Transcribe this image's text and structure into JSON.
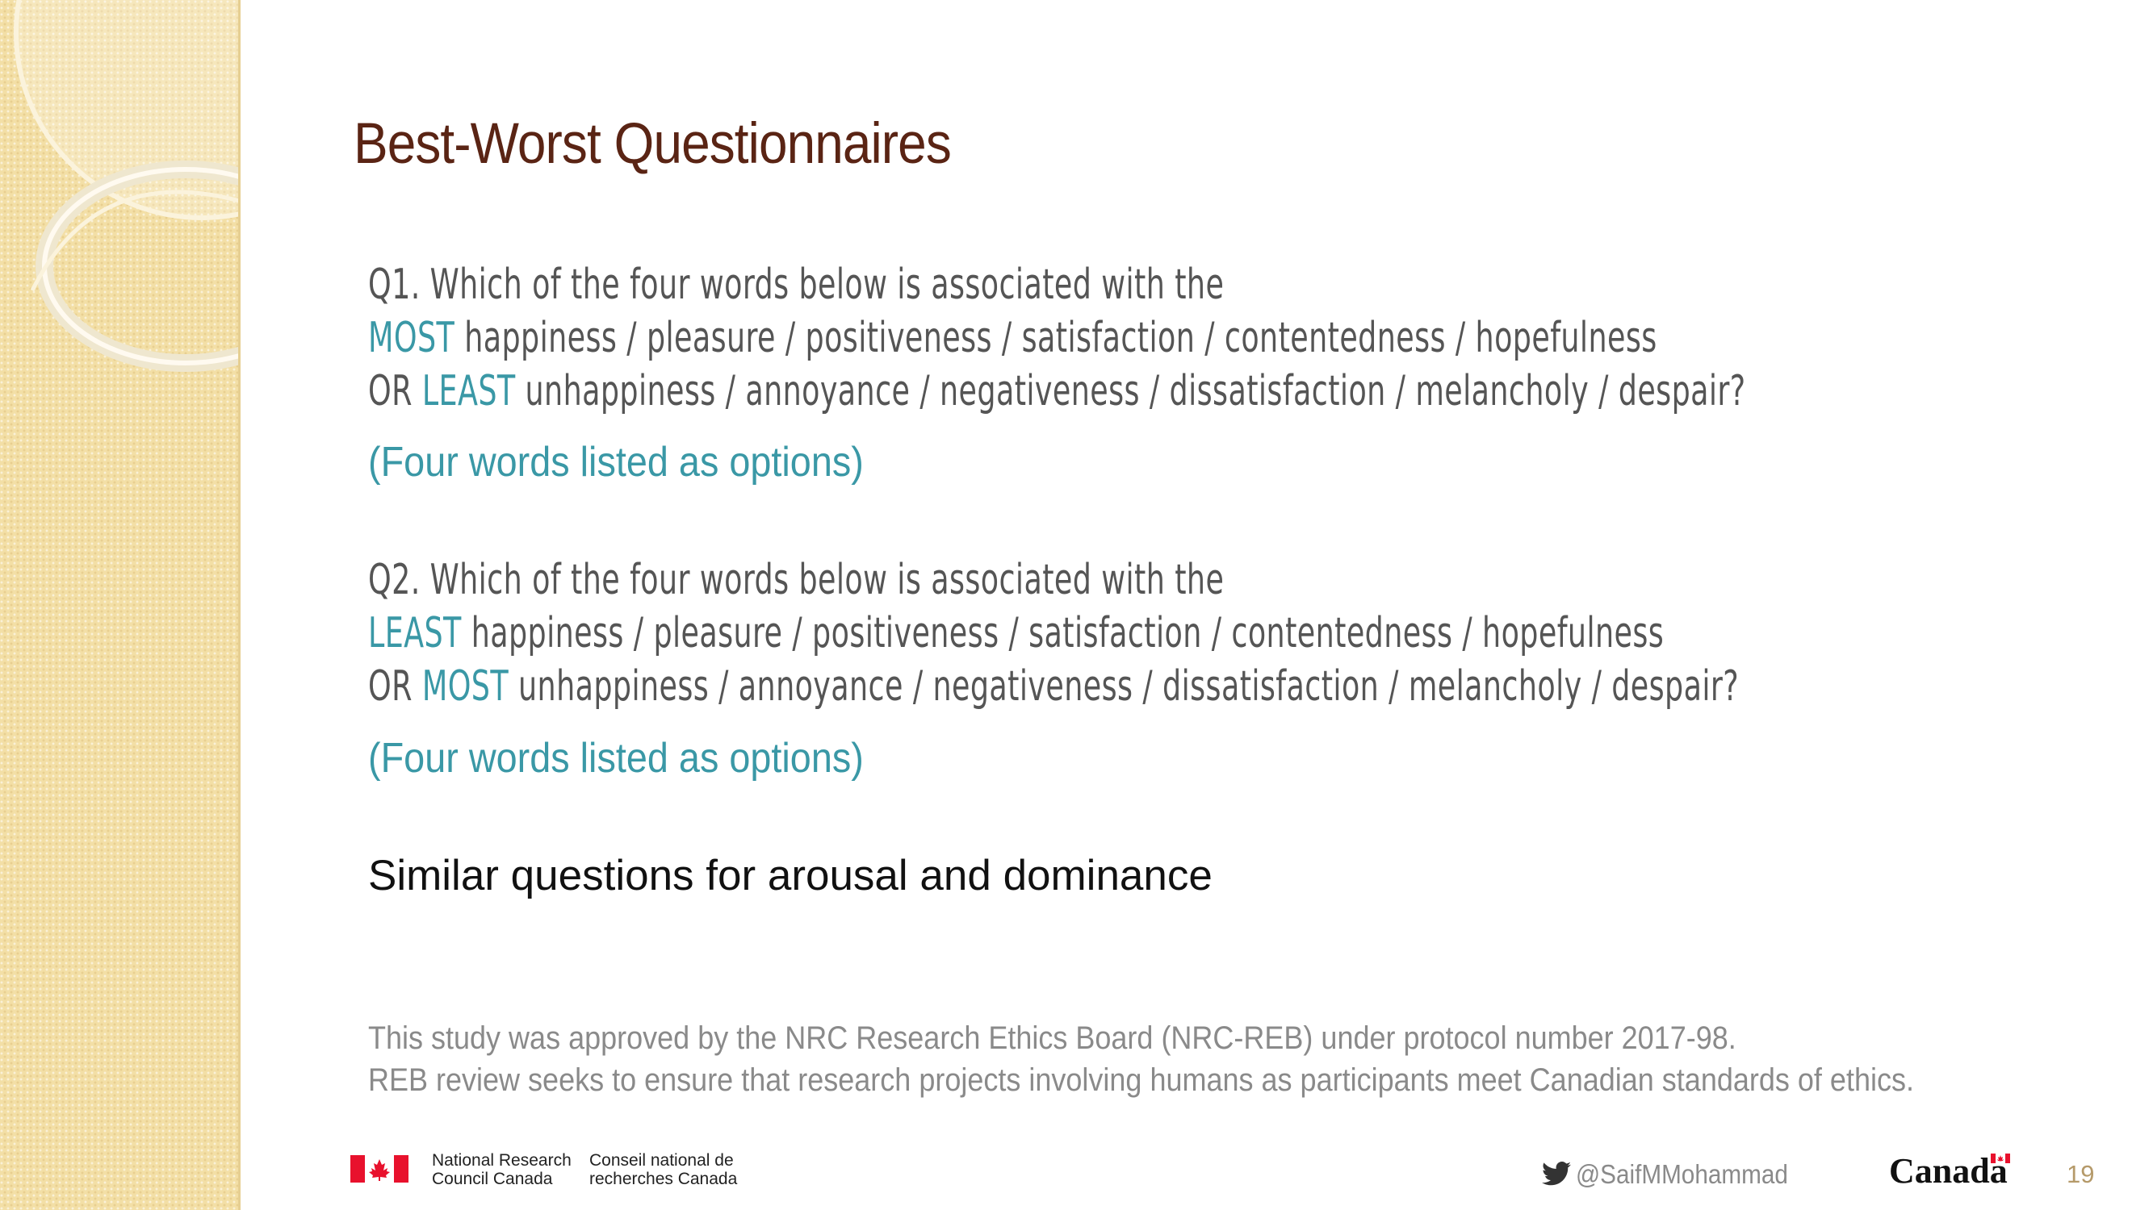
{
  "slide": {
    "title": "Best-Worst Questionnaires",
    "page_number": "19"
  },
  "q1": {
    "line1": "Q1. Which of the four words below is associated with the",
    "line2_kw": "MOST",
    "line2_rest": " happiness / pleasure / positiveness / satisfaction / contentedness / hopefulness",
    "line3_prefix": "OR ",
    "line3_kw": "LEAST",
    "line3_rest": " unhappiness / annoyance / negativeness / dissatisfaction / melancholy / despair?",
    "options_note": "(Four words listed as options)"
  },
  "q2": {
    "line1": "Q2. Which of the four words below is associated with the",
    "line2_kw": "LEAST",
    "line2_rest": " happiness / pleasure / positiveness / satisfaction / contentedness / hopefulness",
    "line3_prefix": "OR ",
    "line3_kw": "MOST",
    "line3_rest": " unhappiness / annoyance / negativeness / dissatisfaction / melancholy / despair?",
    "options_note": "(Four words listed as options)"
  },
  "similar_note": "Similar questions for arousal and dominance",
  "ethics": {
    "line1": "This study was approved by the NRC Research Ethics Board (NRC-REB) under protocol number 2017-98.",
    "line2": "REB review seeks to ensure that research projects involving humans as participants meet Canadian standards of ethics."
  },
  "footer": {
    "nrc_en": "National Research\nCouncil Canada",
    "nrc_fr": "Conseil national de\nrecherches Canada",
    "twitter_handle": "@SaifMMohammad",
    "wordmark": "Canada"
  },
  "colors": {
    "title": "#5a2414",
    "keyword": "#3a98a6",
    "body_text": "#555555",
    "sidebar": "#f3dfa6",
    "flag_red": "#e8112d"
  },
  "icons": [
    "canada-flag-icon",
    "twitter-bird-icon",
    "canada-wordmark-flag-icon"
  ]
}
